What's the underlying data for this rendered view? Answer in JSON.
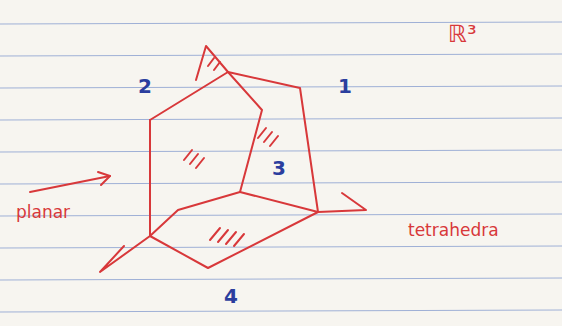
{
  "diagram": {
    "labels": [
      "ℝ³",
      "2",
      "1",
      "3",
      "planar",
      "tetrahedra",
      "4"
    ]
  }
}
